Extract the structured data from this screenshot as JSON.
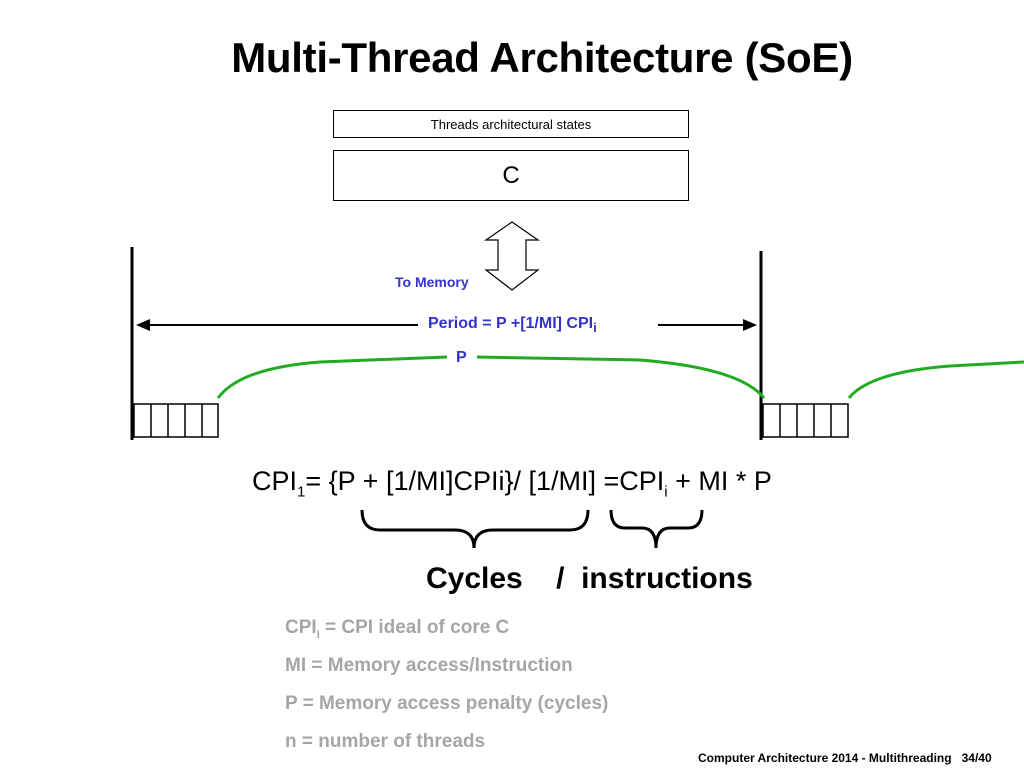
{
  "slide": {
    "title": "Multi-Thread Architecture (SoE)",
    "states_label": "Threads architectural states",
    "core_label": "C",
    "to_memory": "To Memory",
    "period_text": "Period = P +[1/MI] CPI",
    "period_sub": "i",
    "p_label": "P",
    "formula": {
      "cpi": "CPI",
      "cpi_sub": "1",
      "middle": "= {P + [1/MI]CPIi}/ [1/MI] =CPI",
      "mid_sub": "i",
      "tail": " + MI * P"
    },
    "cycles_line": "Cycles    /  instructions",
    "definitions": [
      {
        "lead": "CPI",
        "sub": "I",
        "rest": " = CPI ideal of core C"
      },
      {
        "lead": "MI =  Memory access/Instruction",
        "sub": "",
        "rest": ""
      },
      {
        "lead": "P = Memory access penalty (cycles)",
        "sub": "",
        "rest": ""
      },
      {
        "lead": "n = number of threads",
        "sub": "",
        "rest": ""
      }
    ],
    "footer": "Computer Architecture 2014 - Multithreading   34/40"
  },
  "colors": {
    "accent_blue": "#3333cc",
    "arc_green": "#22aa22",
    "definition_gray": "#a6a6a6"
  }
}
